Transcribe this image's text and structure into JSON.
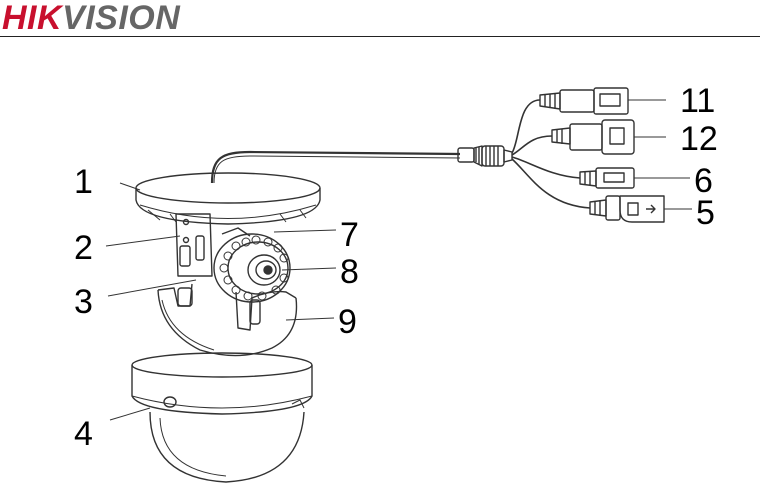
{
  "brand": {
    "logo_part1": "HIK",
    "logo_part2": "VISION",
    "colors": {
      "red": "#c8102e",
      "gray": "#666666"
    }
  },
  "callouts": [
    "1",
    "2",
    "3",
    "4",
    "5",
    "6",
    "7",
    "8",
    "9",
    "11",
    "12"
  ]
}
